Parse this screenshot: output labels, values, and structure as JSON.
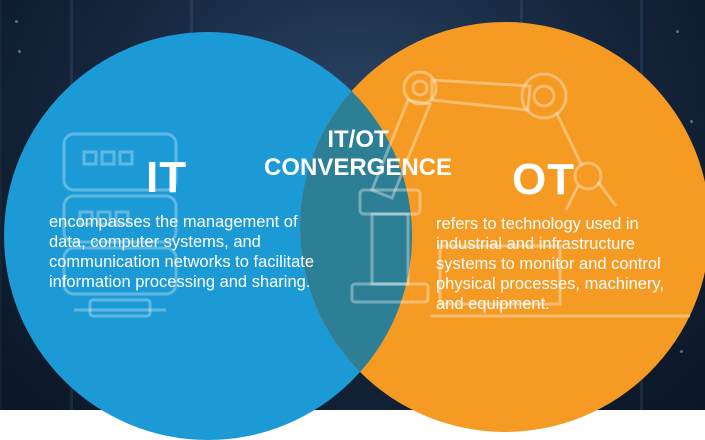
{
  "it": {
    "title": "IT",
    "description": "encompasses the management of data, computer systems, and communication networks to facilitate information processing and sharing.",
    "color": "#1c9ad6",
    "icon": "server-icon"
  },
  "ot": {
    "title": "OT",
    "description": "refers to technology used in industrial and infrastructure systems to monitor and control physical processes, machinery, and equipment.",
    "color": "#f59a23",
    "icon": "robotic-arm-icon"
  },
  "convergence": {
    "title": "IT/OT CONVERGENCE",
    "color": "#2d7f96"
  }
}
